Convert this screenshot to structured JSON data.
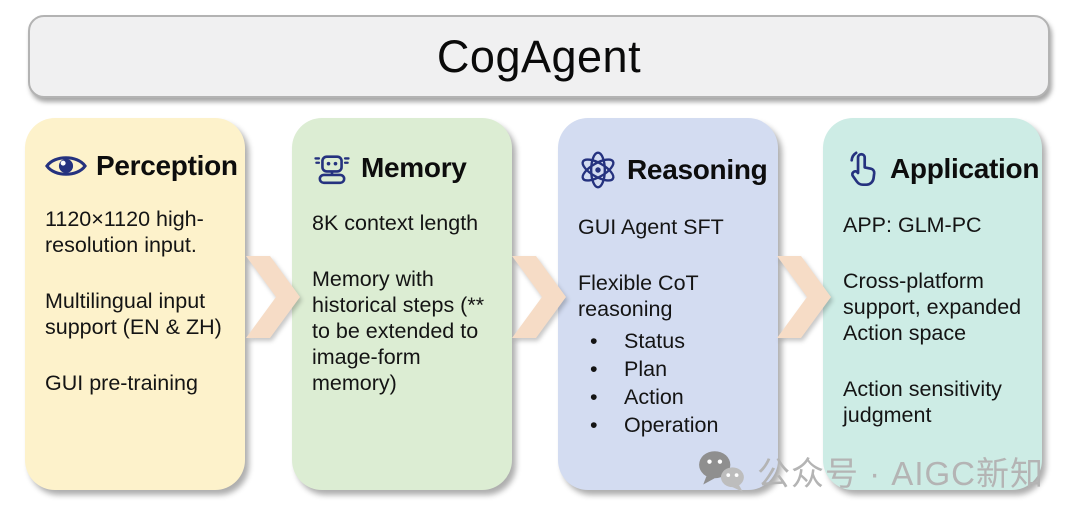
{
  "header": {
    "title": "CogAgent"
  },
  "cards": [
    {
      "title": "Perception",
      "icon": "eye-icon",
      "bg": "#fdf2cb",
      "paragraphs": [
        "1120×1120 high-resolution input.",
        "Multilingual input support (EN & ZH)",
        "GUI pre-training"
      ]
    },
    {
      "title": "Memory",
      "icon": "robot-icon",
      "bg": "#dcedd3",
      "paragraphs": [
        "8K context length",
        "Memory with historical steps (** to be extended to image-form memory)"
      ]
    },
    {
      "title": "Reasoning",
      "icon": "atom-icon",
      "bg": "#d3dcf1",
      "paragraphs": [
        "GUI Agent SFT",
        "Flexible CoT reasoning"
      ],
      "bullets": [
        "Status",
        "Plan",
        "Action",
        "Operation"
      ]
    },
    {
      "title": "Application",
      "icon": "tap-hand-icon",
      "bg": "#cdece5",
      "paragraphs": [
        "APP: GLM-PC",
        "Cross-platform support, expanded Action space",
        "Action sensitivity judgment"
      ]
    }
  ],
  "glyphs": {
    "bullet": "•"
  },
  "colors": {
    "arrow": "#f6dcc6",
    "icon": "#25327f",
    "title_bar_bg": "#f0f0f1",
    "watermark_gray": "#b4b4b4"
  },
  "watermark": {
    "text": "公众号 · AIGC新知",
    "icon": "wechat-icon"
  }
}
